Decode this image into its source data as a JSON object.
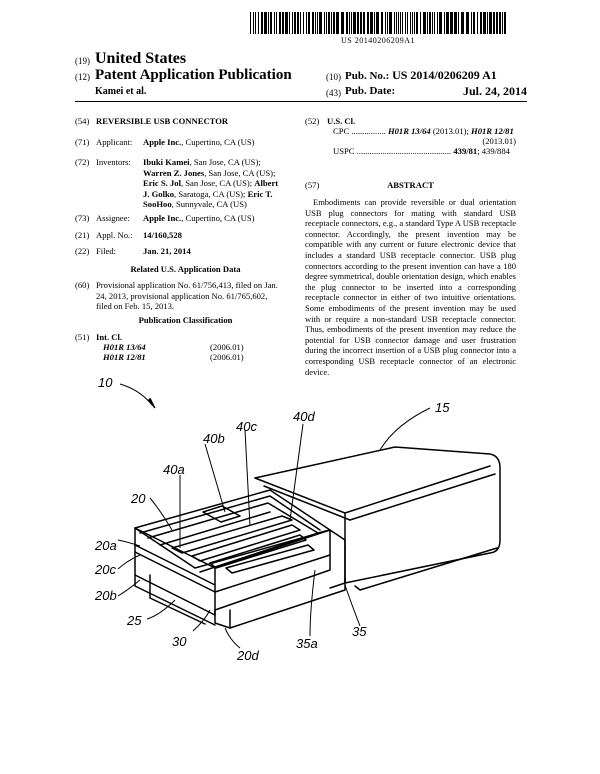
{
  "header": {
    "pub_number_barcode": "US 20140206209A1",
    "c19": "(19)",
    "country": "United States",
    "c12": "(12)",
    "doc_type": "Patent Application Publication",
    "inventor_short": "Kamei et al.",
    "c10": "(10)",
    "pub_no_label": "Pub. No.:",
    "pub_no": "US 2014/0206209 A1",
    "c43": "(43)",
    "pub_date_label": "Pub. Date:",
    "pub_date": "Jul. 24, 2014"
  },
  "left": {
    "f54": {
      "code": "(54)",
      "title": "REVERSIBLE USB CONNECTOR"
    },
    "f71": {
      "code": "(71)",
      "label": "Applicant:",
      "value_bold": "Apple Inc.",
      "value_rest": ", Cupertino, CA (US)"
    },
    "f72": {
      "code": "(72)",
      "label": "Inventors:",
      "lines": [
        {
          "b": "Ibuki Kamei",
          "r": ", San Jose, CA (US);"
        },
        {
          "b": "Warren Z. Jones",
          "r": ", San Jose, CA (US);"
        },
        {
          "b": "Eric S. Jol",
          "r": ", San Jose, CA (US); ",
          "b2": "Albert"
        },
        {
          "b": "J. Golko",
          "r": ", Saratoga, CA (US); ",
          "b2": "Eric T."
        },
        {
          "b": "SooHoo",
          "r": ", Sunnyvale, CA (US)"
        }
      ]
    },
    "f73": {
      "code": "(73)",
      "label": "Assignee:",
      "value_bold": "Apple Inc.",
      "value_rest": ", Cupertino, CA (US)"
    },
    "f21": {
      "code": "(21)",
      "label": "Appl. No.:",
      "value": "14/160,528"
    },
    "f22": {
      "code": "(22)",
      "label": "Filed:",
      "value": "Jan. 21, 2014"
    },
    "related_heading": "Related U.S. Application Data",
    "f60": {
      "code": "(60)",
      "lines": [
        "Provisional application No. 61/756,413, filed on Jan.",
        "24, 2013, provisional application No. 61/765,602,",
        "filed on Feb. 15, 2013."
      ]
    },
    "classification_heading": "Publication Classification",
    "f51": {
      "code": "(51)",
      "label": "Int. Cl.",
      "rows": [
        {
          "cls": "H01R 13/64",
          "year": "(2006.01)"
        },
        {
          "cls": "H01R 12/81",
          "year": "(2006.01)"
        }
      ]
    }
  },
  "right": {
    "f52": {
      "code": "(52)",
      "label": "U.S. Cl.",
      "cpc_label": "CPC",
      "cpc_dots": "................",
      "cpc_1": "H01R 13/64",
      "cpc_1y": " (2013.01); ",
      "cpc_2": "H01R 12/81",
      "cpc_2y": "(2013.01)",
      "uspc_label": "USPC",
      "uspc_dots": "............................................",
      "uspc_value": "439/81",
      "uspc_rest": "; 439/884"
    },
    "f57": {
      "code": "(57)",
      "heading": "ABSTRACT"
    },
    "abstract": "Embodiments can provide reversible or dual orientation USB plug connectors for mating with standard USB receptacle connectors, e.g., a standard Type A USB receptacle connector. Accordingly, the present invention may be compatible with any current or future electronic device that includes a standard USB receptacle connector. USB plug connectors according to the present invention can have a 180 degree symmetrical, double orientation design, which enables the plug connector to be inserted into a corresponding receptacle connector in either of two intuitive orientations. Some embodiments of the present invention may be used with or require a non-standard USB receptacle connector. Thus, embodiments of the present invention may reduce the potential for USB connector damage and user frustration during the incorrect insertion of a USB plug connector into a corresponding USB receptacle connector of an electronic device."
  },
  "figure": {
    "labels": {
      "l10": "10",
      "l15": "15",
      "l40d": "40d",
      "l40c": "40c",
      "l40b": "40b",
      "l40a": "40a",
      "l20": "20",
      "l20a": "20a",
      "l20c": "20c",
      "l20b": "20b",
      "l25": "25",
      "l30": "30",
      "l20d": "20d",
      "l35a": "35a",
      "l35": "35"
    }
  }
}
